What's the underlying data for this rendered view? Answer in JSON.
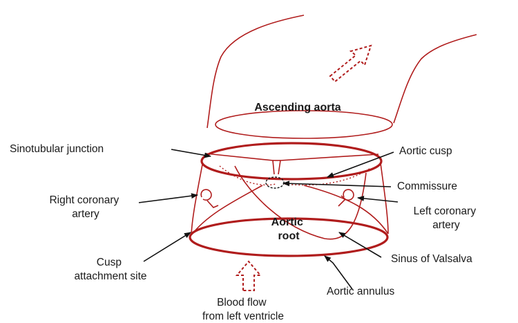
{
  "labels": {
    "ascending_aorta": "Ascending aorta",
    "sinotubular_junction": "Sinotubular junction",
    "aortic_cusp": "Aortic cusp",
    "commissure": "Commissure",
    "right_coronary_artery": [
      "Right coronary",
      "artery"
    ],
    "left_coronary_artery": [
      "Left coronary",
      "artery"
    ],
    "aortic_root": [
      "Aortic",
      "root"
    ],
    "cusp_attachment_site": [
      "Cusp",
      "attachment site"
    ],
    "sinus_of_valsalva": "Sinus of Valsalva",
    "aortic_annulus": "Aortic annulus",
    "blood_flow": [
      "Blood flow",
      "from left ventricle"
    ]
  },
  "colors": {
    "structure": "#b01c1c",
    "pointer": "#111111",
    "text": "#1a1a1a"
  }
}
